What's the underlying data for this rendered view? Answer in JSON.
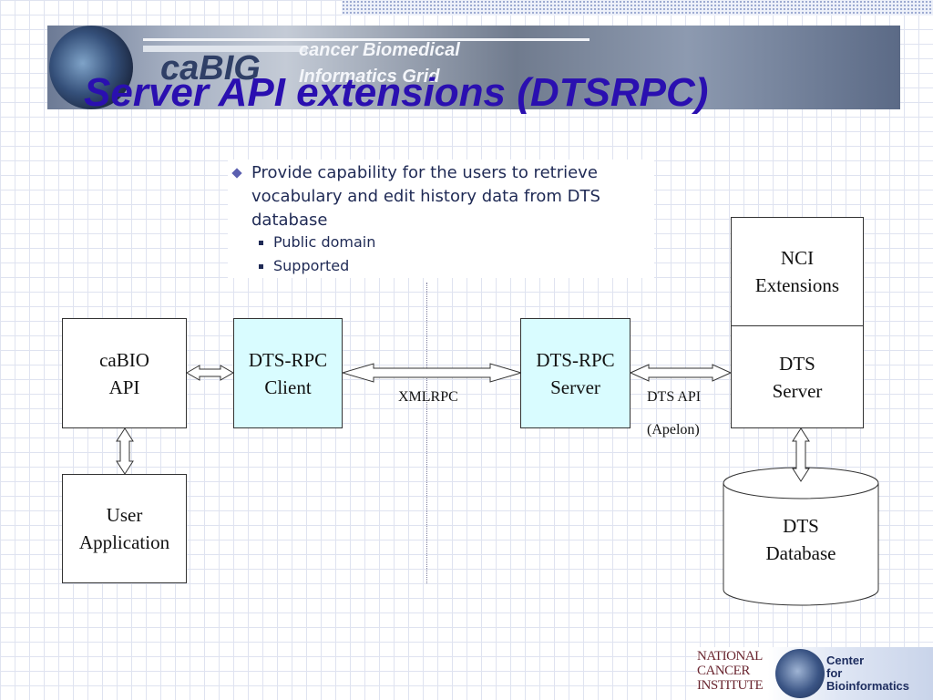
{
  "slide": {
    "title": "Server API extensions (DTSRPC)"
  },
  "banner": {
    "logo": "caBIG",
    "tagline_line1": "cancer Biomedical",
    "tagline_line2": "Informatics Grid"
  },
  "bullets": {
    "main": "Provide capability for the users to retrieve vocabulary and edit history data from DTS database",
    "sub": [
      "Public domain",
      "Supported"
    ]
  },
  "diagram": {
    "cabio_api": [
      "caBIO",
      "API"
    ],
    "user_application": [
      "User",
      "Application"
    ],
    "dts_rpc_client": [
      "DTS-RPC",
      "Client"
    ],
    "dts_rpc_server": [
      "DTS-RPC",
      "Server"
    ],
    "nci_extensions": [
      "NCI",
      "Extensions"
    ],
    "dts_server": [
      "DTS",
      "Server"
    ],
    "dts_database": [
      "DTS",
      "Database"
    ],
    "xmlrpc_label": "XMLRPC",
    "dts_api_label": "DTS API",
    "apelon_label": "(Apelon)"
  },
  "footer": {
    "nci_logo_text": [
      "NATIONAL",
      "CANCER",
      "INSTITUTE"
    ],
    "cb_logo_text": [
      "Center",
      "for",
      "Bioinformatics"
    ]
  },
  "colors": {
    "title": "#2a0fb0",
    "rpc_box_fill": "#d9fcff"
  }
}
